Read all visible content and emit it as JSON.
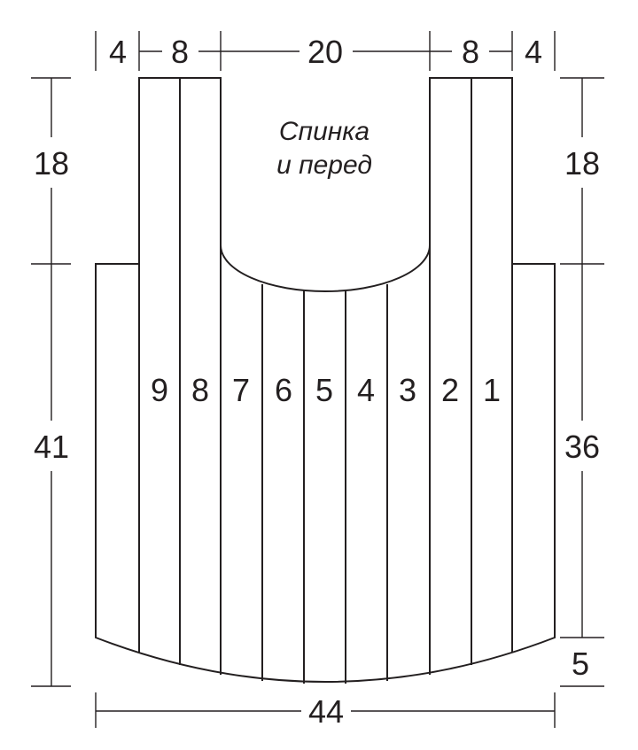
{
  "title_lines": [
    "Спинка",
    "и перед"
  ],
  "dimensions": {
    "top": [
      "4",
      "8",
      "20",
      "8",
      "4"
    ],
    "left_upper": "18",
    "left_lower": "41",
    "right_upper": "18",
    "right_middle": "36",
    "right_bottom": "5",
    "bottom": "44"
  },
  "strip_numbers": [
    "9",
    "8",
    "7",
    "6",
    "5",
    "4",
    "3",
    "2",
    "1"
  ]
}
